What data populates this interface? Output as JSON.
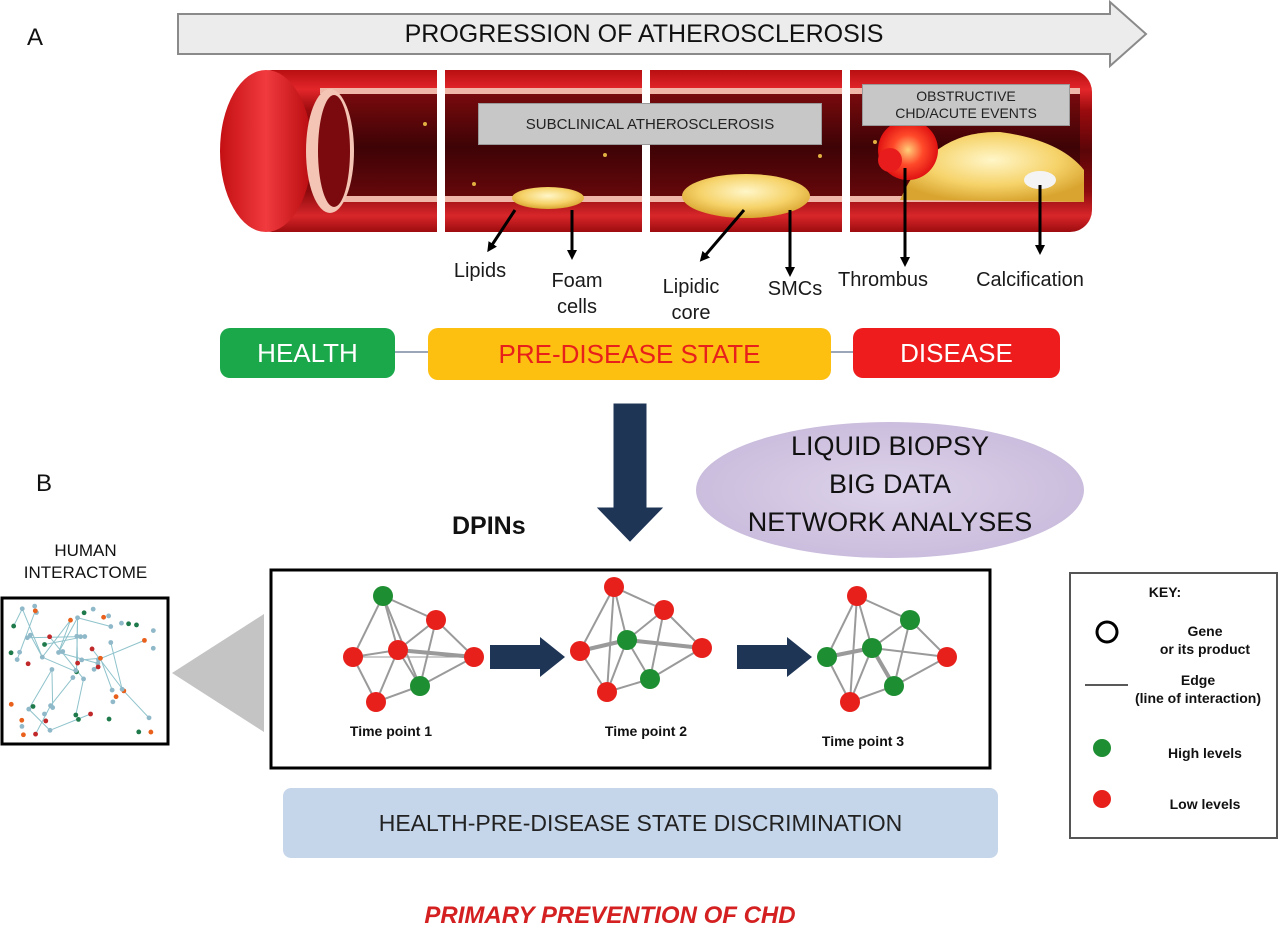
{
  "panel_a": {
    "label": "A",
    "progression_title": "PROGRESSION OF ATHEROSCLEROSIS",
    "subclinical_label": "SUBCLINICAL ATHEROSCLEROSIS",
    "obstructive_label_line1": "OBSTRUCTIVE",
    "obstructive_label_line2": "CHD/ACUTE EVENTS",
    "features": [
      {
        "line1": "Lipids",
        "line2": ""
      },
      {
        "line1": "Foam",
        "line2": "cells"
      },
      {
        "line1": "Lipidic",
        "line2": "core"
      },
      {
        "line1": "SMCs",
        "line2": ""
      },
      {
        "line1": "Thrombus",
        "line2": ""
      },
      {
        "line1": "Calcification",
        "line2": ""
      }
    ],
    "stages": {
      "health": "HEALTH",
      "pre_disease": "PRE-DISEASE STATE",
      "disease": "DISEASE"
    }
  },
  "panel_b": {
    "label": "B",
    "interactome_line1": "HUMAN",
    "interactome_line2": "INTERACTOME",
    "dpins": "DPINs",
    "tools_line1": "LIQUID BIOPSY",
    "tools_line2": "BIG DATA",
    "tools_line3": "NETWORK ANALYSES",
    "time_points": [
      "Time  point 1",
      "Time  point 2",
      "Time  point 3"
    ],
    "discrimination": "HEALTH-PRE-DISEASE STATE DISCRIMINATION",
    "conclusion": "PRIMARY PREVENTION  OF CHD"
  },
  "key": {
    "title": "KEY:",
    "gene_line1": "Gene",
    "gene_line2": "or its product",
    "edge_line1": "Edge",
    "edge_line2": "(line of interaction)",
    "high": "High levels",
    "low": "Low levels"
  },
  "colors": {
    "health": "#1aa84b",
    "pre_disease": "#fdbf10",
    "pre_disease_text": "#e8201b",
    "disease": "#ee1c1c",
    "node_high": "#1e8e32",
    "node_low": "#e8201b",
    "arrow_navy": "#1f3556",
    "discrimination_bg": "#c6d6ea",
    "tools_bg": "#d0c4e0",
    "conclusion": "#d42020"
  }
}
